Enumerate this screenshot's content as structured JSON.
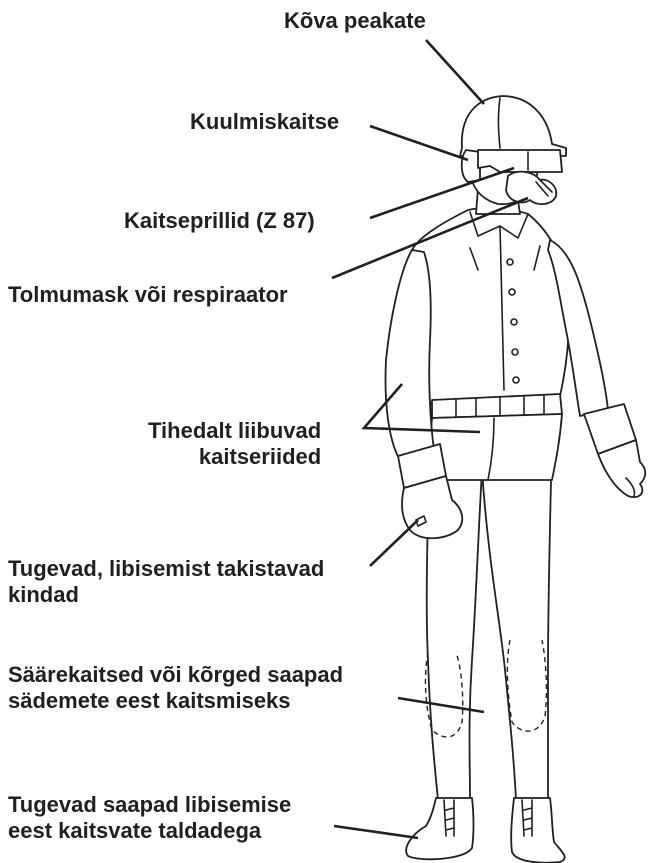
{
  "labels": {
    "hard_hat": "Kõva peakate",
    "hearing_protection": "Kuulmiskaitse",
    "safety_glasses": "Kaitseprillid (Z 87)",
    "respirator": "Tolmumask või respiraator",
    "clothing": [
      "Tihedalt liibuvad",
      "kaitseriided"
    ],
    "gloves": [
      "Tugevad, libisemist takistavad",
      "kindad"
    ],
    "leggings": [
      "Säärekaitsed või kõrged saapad",
      "sädemete eest kaitsmiseks"
    ],
    "boots": [
      "Tugevad saapad libisemise",
      "eest kaitsvate taldadega"
    ]
  },
  "colors": {
    "ink": "#231f20",
    "background": "#ffffff"
  }
}
